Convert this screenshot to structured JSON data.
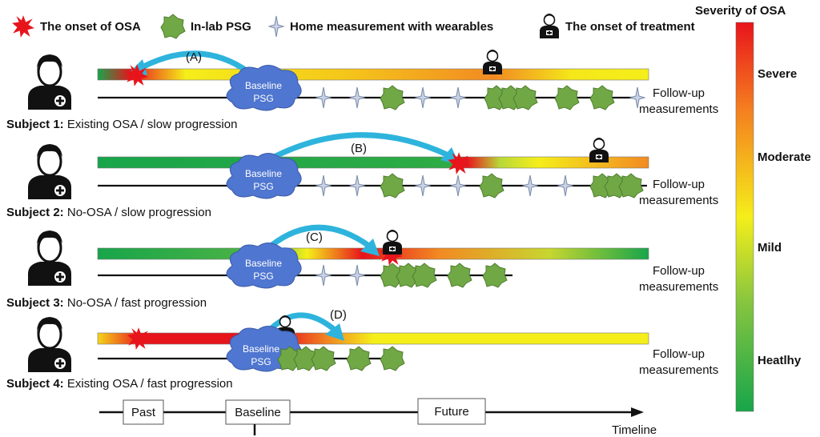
{
  "legend": {
    "onset_osa": "The onset of OSA",
    "inlab_psg": "In-lab PSG",
    "home_measurement": "Home measurement with wearables",
    "onset_treatment": "The onset of treatment"
  },
  "severity_scale": {
    "title": "Severity of OSA",
    "levels": [
      "Severe",
      "Moderate",
      "Mild",
      "Heatlhy"
    ],
    "colors": [
      "#e8141c",
      "#f47d20",
      "#f5e71a",
      "#86c540",
      "#18a54a"
    ]
  },
  "baseline_psg": [
    "Baseline",
    "PSG"
  ],
  "follow_up": [
    "Follow-up",
    "measurements"
  ],
  "subjects": [
    {
      "prefix": "Subject 1:",
      "description": " Existing OSA / slow progression",
      "arrow_label": "(A)"
    },
    {
      "prefix": "Subject 2:",
      "description": " No-OSA / slow progression",
      "arrow_label": "(B)"
    },
    {
      "prefix": "Subject 3:",
      "description": " No-OSA / fast progression",
      "arrow_label": "(C)"
    },
    {
      "prefix": "Subject 4:",
      "description": " Existing OSA / fast progression",
      "arrow_label": "(D)"
    }
  ],
  "timeline": {
    "past": "Past",
    "baseline": "Baseline",
    "future": "Future",
    "label": "Timeline"
  }
}
